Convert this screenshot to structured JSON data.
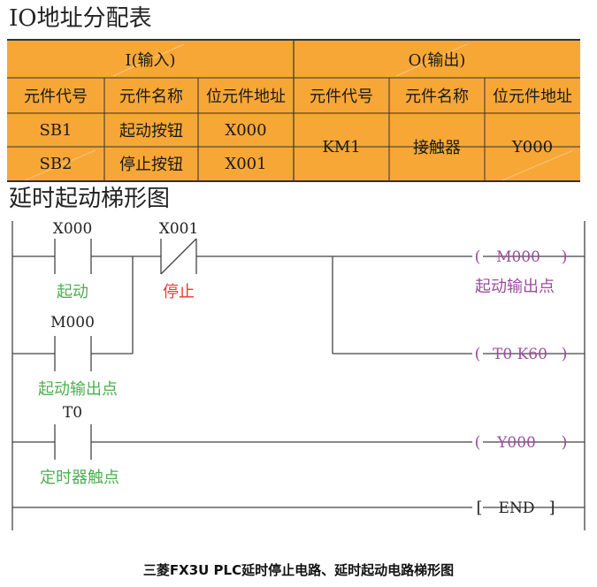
{
  "table_title": "IO地址分配表",
  "io_table": {
    "input_header": "I(输入)",
    "output_header": "O(输出)",
    "columns": [
      "元件代号",
      "元件名称",
      "位元件地址",
      "元件代号",
      "元件名称",
      "位元件地址"
    ],
    "rows": [
      [
        "SB1",
        "起动按钮",
        "X000",
        "KM1",
        "接触器",
        "Y000"
      ],
      [
        "SB2",
        "停止按钮",
        "X001",
        "",
        "",
        ""
      ]
    ]
  },
  "ladder_title": "延时起动梯形图",
  "ladder": {
    "rung1": {
      "contact_start": {
        "address": "X000",
        "label": "起动"
      },
      "contact_stop": {
        "address": "X001",
        "label": "停止"
      },
      "coil_m": {
        "text": "M000",
        "label": "起动输出点",
        "open": "(",
        "close": ")"
      },
      "coil_t": {
        "text": "T0 K60",
        "open": "(",
        "close": ")"
      },
      "seal_contact": {
        "address": "M000",
        "label": "起动输出点"
      }
    },
    "rung2": {
      "contact_timer": {
        "address": "T0",
        "label": "定时器触点"
      },
      "coil_y": {
        "text": "Y000",
        "open": "(",
        "close": ")"
      }
    },
    "rung3": {
      "end": {
        "text": "END",
        "open": "[",
        "close": "]"
      }
    }
  },
  "caption": "三菱FX3U PLC延时停止电路、延时起动电路梯形图",
  "colors": {
    "table_bg": "#f7a736",
    "contact_label": "#4caf50",
    "stop_label": "#e53935",
    "coil": "#9c4d9c",
    "line": "#444444"
  }
}
